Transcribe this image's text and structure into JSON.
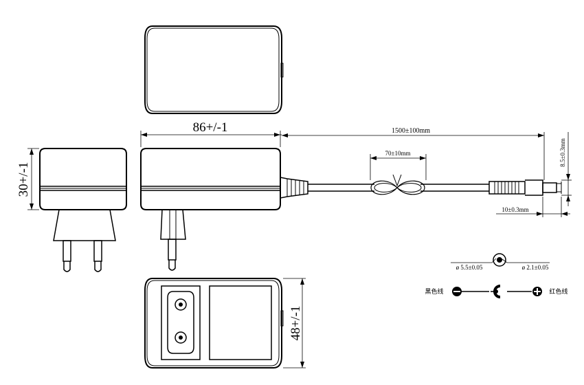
{
  "dimensions": {
    "width_label": "86+/-1",
    "height_label": "30+/-1",
    "depth_label": "48+/-1",
    "cable_length_label": "1500±100mm",
    "tie_label": "70±10mm",
    "plug_diameter_label": "8.5±0.3mm",
    "plug_length_label": "10±0.3mm"
  },
  "connector": {
    "outer_diameter": "ø 5.5±0.05",
    "inner_diameter": "ø 2.1±0.05"
  },
  "polarity": {
    "left_label": "黑色线",
    "right_label": "红色线",
    "left_symbol": "−",
    "right_symbol": "+"
  }
}
